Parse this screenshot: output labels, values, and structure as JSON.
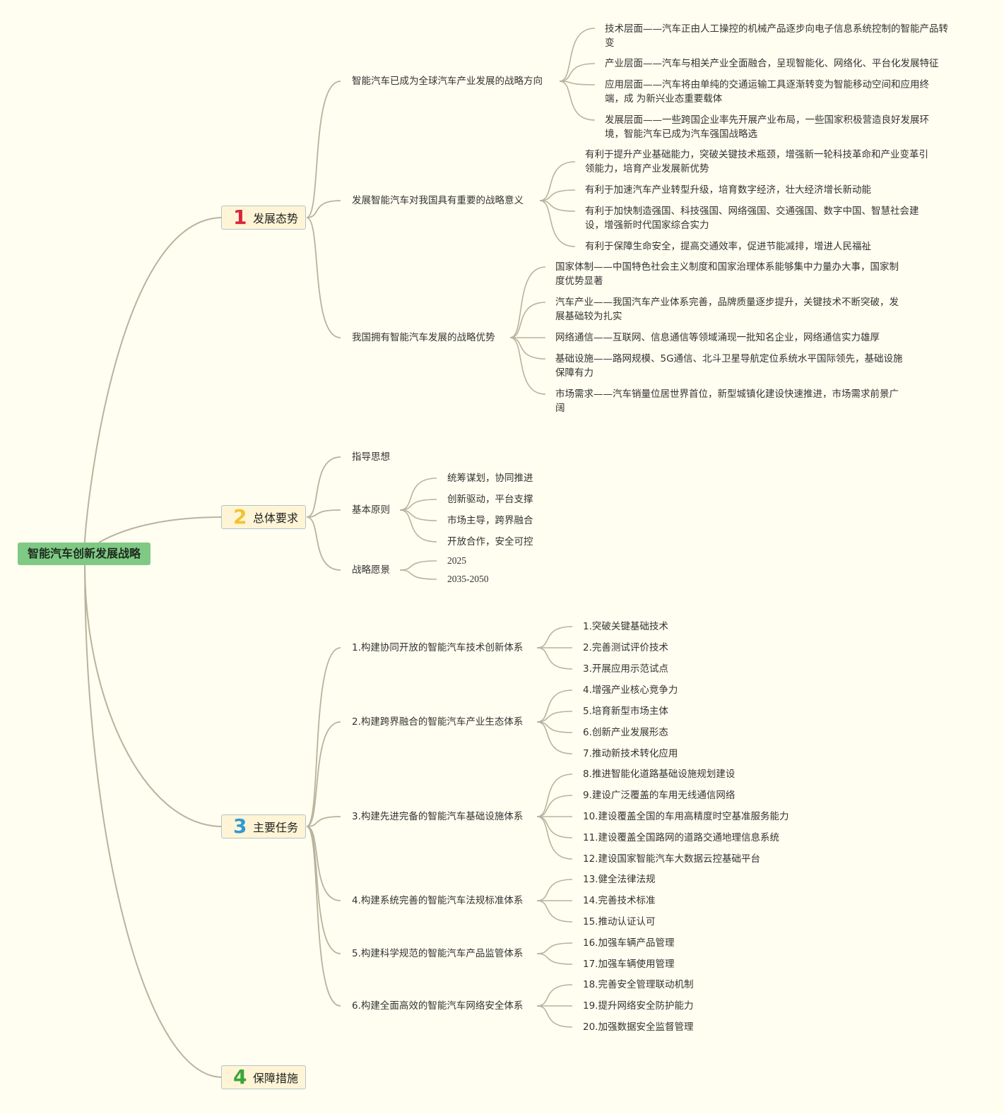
{
  "root": "智能汽车创新发展战略",
  "sections": [
    {
      "num": "1",
      "num_color": "#D7263D",
      "label": "发展态势",
      "children": [
        {
          "label": "智能汽车已成为全球汽车产业发展的战略方向",
          "children": [
            "技术层面——汽车正由人工操控的机械产品逐步向电子信息系统控制的智能产品转变",
            "产业层面——汽车与相关产业全面融合，呈现智能化、网络化、平台化发展特征",
            "应用层面——汽车将由单纯的交通运输工具逐渐转变为智能移动空间和应用终端，成 为新兴业态重要载体",
            "发展层面——一些跨国企业率先开展产业布局，一些国家积极营造良好发展环境，智能汽车已成为汽车强国战略选"
          ]
        },
        {
          "label": "发展智能汽车对我国具有重要的战略意义",
          "children": [
            "有利于提升产业基础能力，突破关键技术瓶颈，增强新一轮科技革命和产业变革引领能力，培育产业发展新优势",
            "有利于加速汽车产业转型升级，培育数字经济，壮大经济增长新动能",
            "有利于加快制造强国、科技强国、网络强国、交通强国、数字中国、智慧社会建设，增强新时代国家综合实力",
            "有利于保障生命安全，提高交通效率，促进节能减排，增进人民福祉"
          ]
        },
        {
          "label": "我国拥有智能汽车发展的战略优势",
          "children": [
            "国家体制——中国特色社会主义制度和国家治理体系能够集中力量办大事，国家制度优势显著",
            "汽车产业——我国汽车产业体系完善，品牌质量逐步提升，关键技术不断突破，发展基础较为扎实",
            "网络通信——互联网、信息通信等领域涌现一批知名企业，网络通信实力雄厚",
            "基础设施——路网规模、5G通信、北斗卫星导航定位系统水平国际领先，基础设施保障有力",
            "市场需求——汽车销量位居世界首位，新型城镇化建设快速推进，市场需求前景广阔"
          ]
        }
      ]
    },
    {
      "num": "2",
      "num_color": "#F2C230",
      "label": "总体要求",
      "children": [
        {
          "label": "指导思想",
          "children": []
        },
        {
          "label": "基本原则",
          "children": [
            "统筹谋划，协同推进",
            "创新驱动，平台支撑",
            "市场主导，跨界融合",
            "开放合作，安全可控"
          ]
        },
        {
          "label": "战略愿景",
          "children": [
            "2025",
            "2035-2050"
          ]
        }
      ]
    },
    {
      "num": "3",
      "num_color": "#2E9BD6",
      "label": "主要任务",
      "children": [
        {
          "label": "1.构建协同开放的智能汽车技术创新体系",
          "children": [
            "1.突破关键基础技术",
            "2.完善测试评价技术",
            "3.开展应用示范试点"
          ]
        },
        {
          "label": "2.构建跨界融合的智能汽车产业生态体系",
          "children": [
            "4.增强产业核心竞争力",
            "5.培育新型市场主体",
            "6.创新产业发展形态",
            "7.推动新技术转化应用"
          ]
        },
        {
          "label": "3.构建先进完备的智能汽车基础设施体系",
          "children": [
            "8.推进智能化道路基础设施规划建设",
            "9.建设广泛覆盖的车用无线通信网络",
            "10.建设覆盖全国的车用高精度时空基准服务能力",
            "11.建设覆盖全国路网的道路交通地理信息系统",
            "12.建设国家智能汽车大数据云控基础平台"
          ]
        },
        {
          "label": "4.构建系统完善的智能汽车法规标准体系",
          "children": [
            "13.健全法律法规",
            "14.完善技术标准",
            "15.推动认证认可"
          ]
        },
        {
          "label": "5.构建科学规范的智能汽车产品监管体系",
          "children": [
            "16.加强车辆产品管理",
            "17.加强车辆使用管理"
          ]
        },
        {
          "label": "6.构建全面高效的智能汽车网络安全体系",
          "children": [
            "18.完善安全管理联动机制",
            "19.提升网络安全防护能力",
            "20.加强数据安全监督管理"
          ]
        }
      ]
    },
    {
      "num": "4",
      "num_color": "#3BA53B",
      "label": "保障措施",
      "children": []
    }
  ],
  "colors": {
    "background": "#FFFEF0",
    "link": "#B8B39E",
    "root_fill": "#7FC985",
    "section_fill": "#FFF5D6",
    "section_border": "#AFC5CC"
  }
}
